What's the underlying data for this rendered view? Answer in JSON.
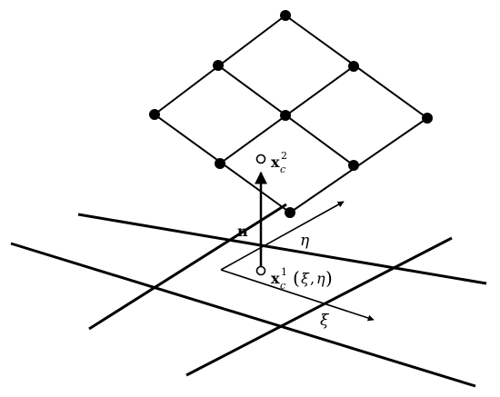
{
  "labels": {
    "n": "n",
    "eta": "η",
    "xi": "ξ",
    "x_bold": "x",
    "c_sub": "c",
    "sup_two": "2",
    "sup_one": "1",
    "arg_open": "(",
    "arg_xi": "ξ",
    "arg_comma": ",",
    "arg_eta": "η",
    "arg_close": ")"
  },
  "colors": {
    "ink": "#000000",
    "background": "#ffffff"
  }
}
